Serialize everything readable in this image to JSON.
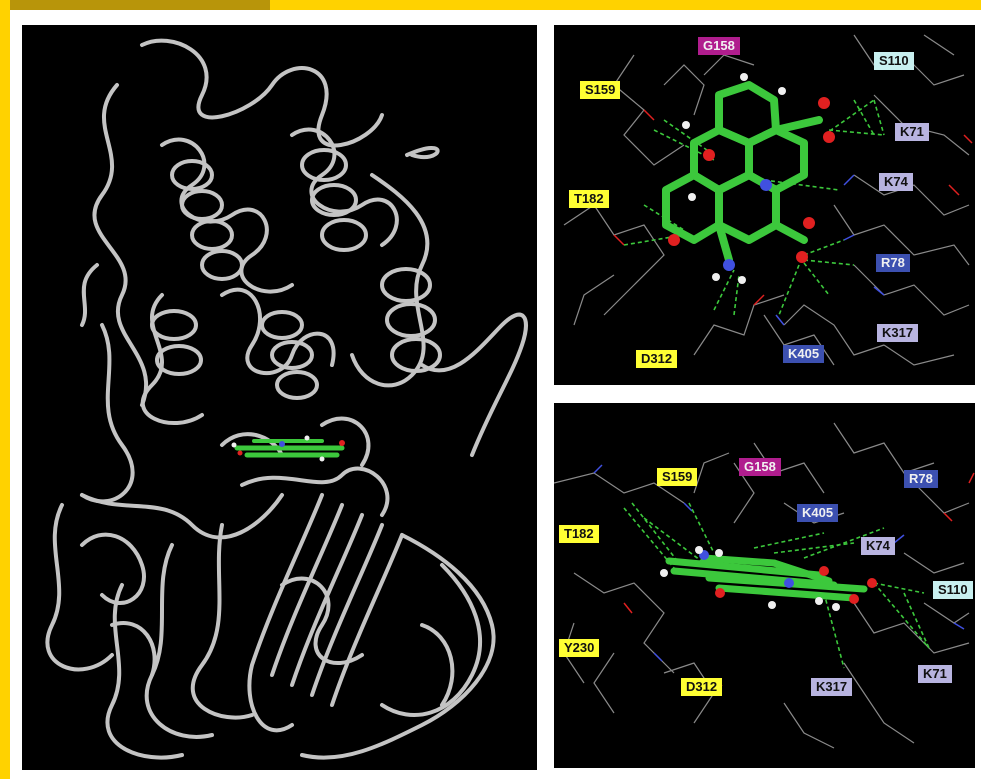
{
  "colors": {
    "accent_yellow": "#ffd200",
    "panel_background": "#000000",
    "ribbon": "#c8c8c8",
    "ligand_carbon": "#3cc83c",
    "oxygen": "#e02020",
    "nitrogen": "#4050e0",
    "hydrogen": "#f0f0f0",
    "hbond": "#3cc83c",
    "label_yellow": "#ffff33",
    "label_magenta": "#b01d8e",
    "label_cyan": "#c8f0f0",
    "label_lavender": "#b8b4e0",
    "label_blue": "#3c50b0"
  },
  "top_panel": {
    "labels": {
      "g158": "G158",
      "s110": "S110",
      "s159": "S159",
      "k71": "K71",
      "k74": "K74",
      "t182": "T182",
      "r78": "R78",
      "k317": "K317",
      "d312": "D312",
      "k405": "K405"
    }
  },
  "bottom_panel": {
    "labels": {
      "s159": "S159",
      "g158": "G158",
      "r78": "R78",
      "t182": "T182",
      "k405": "K405",
      "k74": "K74",
      "s110": "S110",
      "y230": "Y230",
      "d312": "D312",
      "k317": "K317",
      "k71": "K71"
    }
  }
}
